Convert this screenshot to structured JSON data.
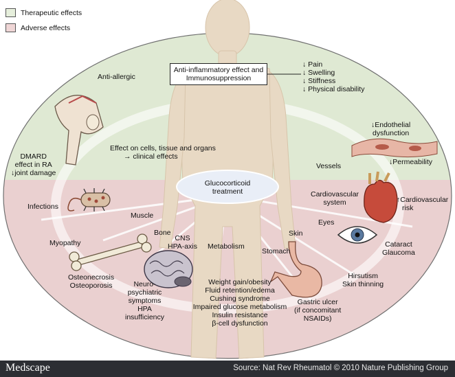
{
  "legend": [
    {
      "label": "Therapeutic effects",
      "color": "#e6efdc"
    },
    {
      "label": "Adverse effects",
      "color": "#efd6d6"
    }
  ],
  "colors": {
    "therapeutic_zone": "#dfe9d3",
    "adverse_zone": "#ead0d0",
    "body_figure": "#e8d9c4",
    "center_ellipse": "#e9eef7",
    "footer": "#2c2e33"
  },
  "center": {
    "line1": "Glucocorticoid",
    "line2": "treatment"
  },
  "therapeutic": {
    "main_effect": [
      "Anti-inflammatory effect and",
      "Immunosuppression"
    ],
    "outcomes": [
      "Pain",
      "Swelling",
      "Stiffness",
      "Physical disability"
    ],
    "anti_allergic": "Anti-allergic",
    "dmard": [
      "DMARD",
      "effect in RA",
      "↓joint damage"
    ],
    "cells_tissue": [
      "Effect on cells, tissue and organs",
      "→ clinical effects"
    ],
    "endothelial": [
      "↓Endothelial",
      "dysfunction"
    ],
    "vessels": "Vessels",
    "permeability": "↓Permeability"
  },
  "adverse": {
    "infections": "Infections",
    "muscle": "Muscle",
    "myopathy": "Myopathy",
    "bone": "Bone",
    "bone_effects": [
      "Osteonecrosis",
      "Osteoporosis"
    ],
    "cns": [
      "CNS",
      "HPA-axis"
    ],
    "neuro": [
      "Neuro-",
      "psychiatric",
      "symptoms",
      "HPA",
      "insufficiency"
    ],
    "metabolism": "Metabolism",
    "metabolic_effects": [
      "Weight gain/obesity",
      "Fluid retention/edema",
      "Cushing syndrome",
      "Impaired glucose metabolism",
      "Insulin resistance",
      "β-cell dysfunction"
    ],
    "skin": "Skin",
    "stomach": "Stomach",
    "gastric": [
      "Gastric ulcer",
      "(if concomitant",
      "NSAIDs)"
    ],
    "hirsutism": [
      "Hirsutism",
      "Skin thinning"
    ],
    "eyes": "Eyes",
    "eye_effects": [
      "Cataract",
      "Glaucoma"
    ],
    "cardio_system": [
      "Cardiovascular",
      "system"
    ],
    "cardio_risk": [
      "↑Cardiovascular",
      "risk"
    ]
  },
  "footer": {
    "brand": "Medscape",
    "source": "Source: Nat Rev Rheumatol © 2010 Nature Publishing Group"
  }
}
